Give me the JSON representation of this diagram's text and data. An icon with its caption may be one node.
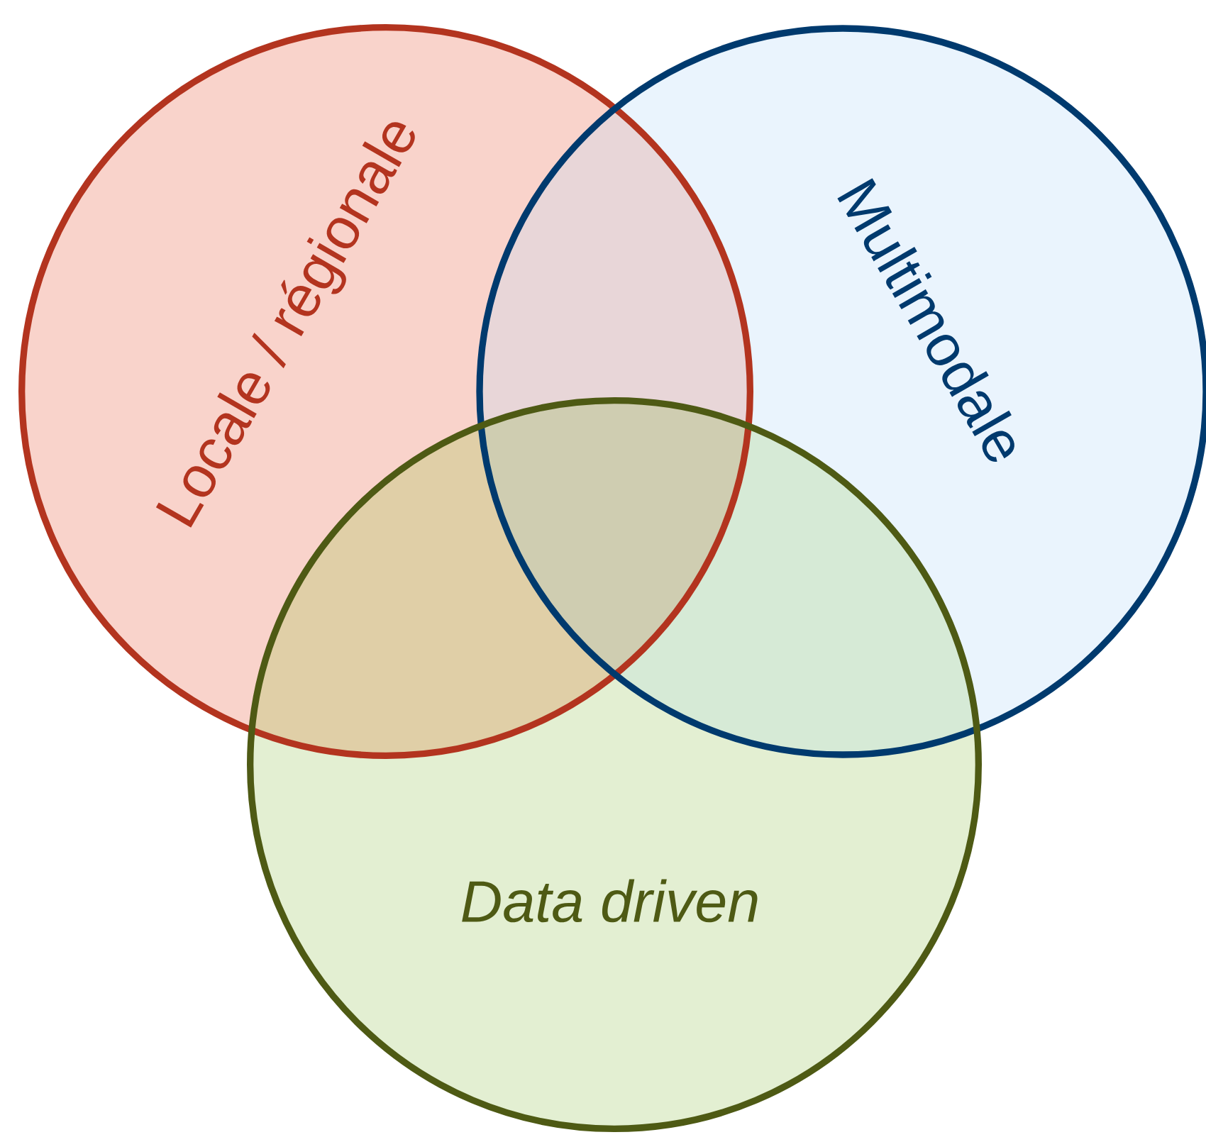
{
  "diagram": {
    "nodes": [
      {
        "text": [
          "Locale / régionale"
        ]
      },
      {
        "text": [
          "Multimodale"
        ]
      },
      {
        "text": [
          "Data driven"
        ]
      }
    ]
  }
}
